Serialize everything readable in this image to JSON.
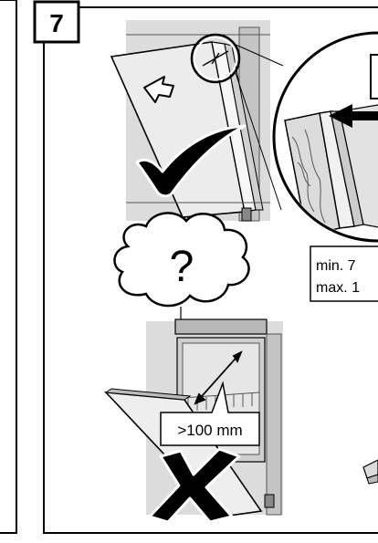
{
  "step": {
    "number": "7"
  },
  "callouts": {
    "gap_range_line1": "min. 7",
    "gap_range_line2": "max. 1",
    "door_gap": ">100 mm",
    "question_mark": "?"
  },
  "colors": {
    "ink": "#000000",
    "panel_grey": "#dcdcdc",
    "panel_dark": "#b8b8b8",
    "paper": "#ffffff"
  },
  "icons": {
    "correct": "check-mark-icon",
    "wrong": "cross-mark-icon",
    "unknown": "question-cloud-icon",
    "push": "arrow-icon"
  }
}
